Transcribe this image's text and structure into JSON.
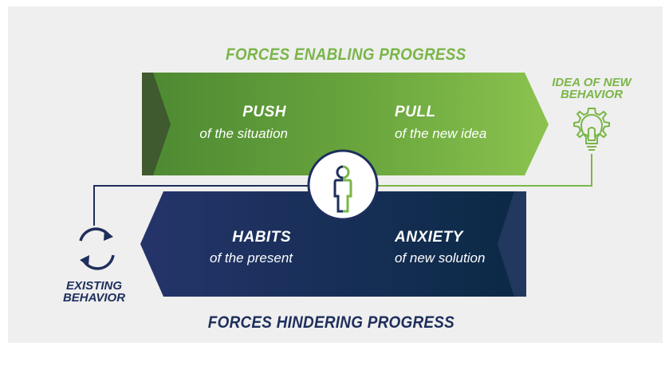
{
  "top_heading": "FORCES ENABLING PROGRESS",
  "bottom_heading": "FORCES HINDERING PROGRESS",
  "forces": {
    "push": {
      "title": "PUSH",
      "subtitle": "of the situation"
    },
    "pull": {
      "title": "PULL",
      "subtitle": "of the new idea"
    },
    "habits": {
      "title": "HABITS",
      "subtitle": "of the present"
    },
    "anxiety": {
      "title": "ANXIETY",
      "subtitle": "of new solution"
    }
  },
  "new_behavior": {
    "line1": "IDEA OF NEW",
    "line2": "BEHAVIOR"
  },
  "existing_behavior": {
    "line1": "EXISTING",
    "line2": "BEHAVIOR"
  },
  "colors": {
    "green": "#7ab648",
    "green_dark": "#4e8a32",
    "navy": "#1e2f5c",
    "navy_dark": "#0d2748",
    "background": "#efefef"
  },
  "icons": {
    "new_behavior": "lightbulb-gear-icon",
    "existing_behavior": "refresh-cycle-icon",
    "center": "person-icon"
  }
}
